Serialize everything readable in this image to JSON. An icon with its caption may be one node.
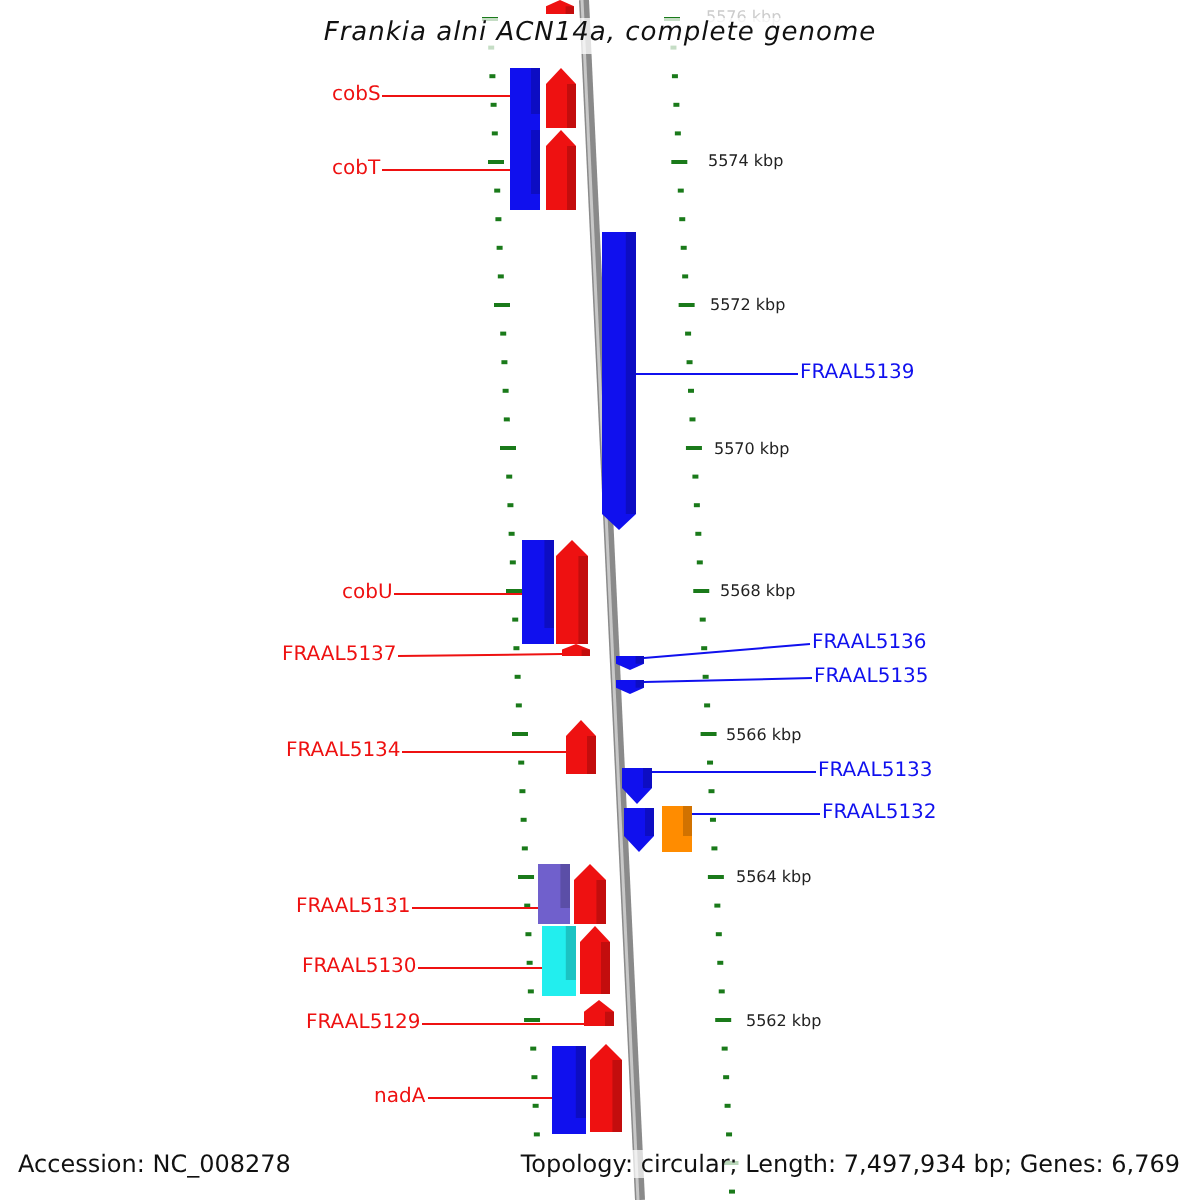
{
  "diagram": {
    "title": "Frankia alni ACN14a, complete genome",
    "nodes": [
      {
        "text": [
          "cobS"
        ]
      },
      {
        "text": [
          "cobT"
        ]
      },
      {
        "text": [
          "FRAAL5139"
        ]
      },
      {
        "text": [
          "cobU"
        ]
      },
      {
        "text": [
          "FRAAL5137"
        ]
      },
      {
        "text": [
          "FRAAL5136"
        ]
      },
      {
        "text": [
          "FRAAL5135"
        ]
      },
      {
        "text": [
          "FRAAL5134"
        ]
      },
      {
        "text": [
          "FRAAL5133"
        ]
      },
      {
        "text": [
          "FRAAL5132"
        ]
      },
      {
        "text": [
          "FRAAL5131"
        ]
      },
      {
        "text": [
          "FRAAL5130"
        ]
      },
      {
        "text": [
          "FRAAL5129"
        ]
      },
      {
        "text": [
          "nadA"
        ]
      },
      {
        "text": [],
        "shape": "arrow"
      },
      {
        "text": [],
        "shape": "bar"
      },
      {
        "text": [],
        "shape": "arrow"
      },
      {
        "text": [],
        "shape": "bar"
      },
      {
        "text": [],
        "shape": "arrow"
      },
      {
        "text": [],
        "shape": "arrow"
      },
      {
        "text": [],
        "shape": "bar"
      },
      {
        "text": [],
        "shape": "arrow"
      },
      {
        "text": [],
        "shape": "arrow"
      },
      {
        "text": [],
        "shape": "arrow"
      },
      {
        "text": [],
        "shape": "arrow"
      },
      {
        "text": [],
        "shape": "arrow"
      },
      {
        "text": [],
        "shape": "arrow"
      },
      {
        "text": [],
        "shape": "arrow"
      },
      {
        "text": [],
        "shape": "bar"
      },
      {
        "text": [],
        "shape": "bar"
      },
      {
        "text": [],
        "shape": "arrow"
      },
      {
        "text": [],
        "shape": "bar"
      },
      {
        "text": [],
        "shape": "arrow"
      },
      {
        "text": [],
        "shape": "arrow"
      },
      {
        "text": [],
        "shape": "bar"
      },
      {
        "text": [],
        "shape": "arrow"
      }
    ],
    "edges": [
      {
        "from": 0,
        "to": 15,
        "arrow": "none"
      },
      {
        "from": 1,
        "to": 17,
        "arrow": "none"
      },
      {
        "from": 2,
        "to": 19,
        "arrow": "none",
        "color": "#1010ee"
      },
      {
        "from": 3,
        "to": 20,
        "arrow": "none"
      },
      {
        "from": 4,
        "to": 22,
        "arrow": "none"
      },
      {
        "from": 5,
        "to": 23,
        "arrow": "none",
        "color": "#1010ee"
      },
      {
        "from": 6,
        "to": 24,
        "arrow": "none",
        "color": "#1010ee"
      },
      {
        "from": 7,
        "to": 25,
        "arrow": "none"
      },
      {
        "from": 8,
        "to": 26,
        "arrow": "none",
        "color": "#1010ee"
      },
      {
        "from": 9,
        "to": 28,
        "arrow": "none",
        "color": "#1010ee"
      },
      {
        "from": 10,
        "to": 29,
        "arrow": "none"
      },
      {
        "from": 11,
        "to": 31,
        "arrow": "none"
      },
      {
        "from": 12,
        "to": 33,
        "arrow": "none"
      },
      {
        "from": 13,
        "to": 34,
        "arrow": "none"
      }
    ],
    "labels": [
      "5576 kbp",
      "5574 kbp",
      "5572 kbp",
      "5570 kbp",
      "5568 kbp",
      "5566 kbp",
      "5564 kbp",
      "5562 kbp",
      "Accession: NC_008278",
      "Topology: circular; Length: 7,497,934 bp; Genes: 6,769"
    ]
  }
}
